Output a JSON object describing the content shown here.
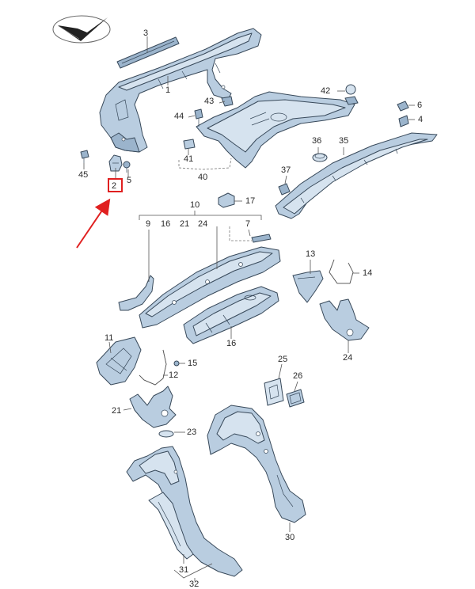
{
  "colors": {
    "part_fill": "#b9cde0",
    "part_outline": "#38495a",
    "highlight": "#e02020",
    "label_text": "#2a2a2a"
  },
  "logo_icon": "brand-emblem-icon",
  "highlighted_part": "2",
  "labels": {
    "l1": "1",
    "l2": "2",
    "l3": "3",
    "l4": "4",
    "l5": "5",
    "l6": "6",
    "l7": "7",
    "l9": "9",
    "l10": "10",
    "l11": "11",
    "l12": "12",
    "l13": "13",
    "l14": "14",
    "l15": "15",
    "l16": "16",
    "l16b": "16",
    "l17": "17",
    "l21": "21",
    "l21b": "21",
    "l23": "23",
    "l24": "24",
    "l24b": "24",
    "l25": "25",
    "l26": "26",
    "l30": "30",
    "l31": "31",
    "l32": "32",
    "l35": "35",
    "l36": "36",
    "l37": "37",
    "l40": "40",
    "l41": "41",
    "l42": "42",
    "l43": "43",
    "l44": "44",
    "l45": "45"
  }
}
